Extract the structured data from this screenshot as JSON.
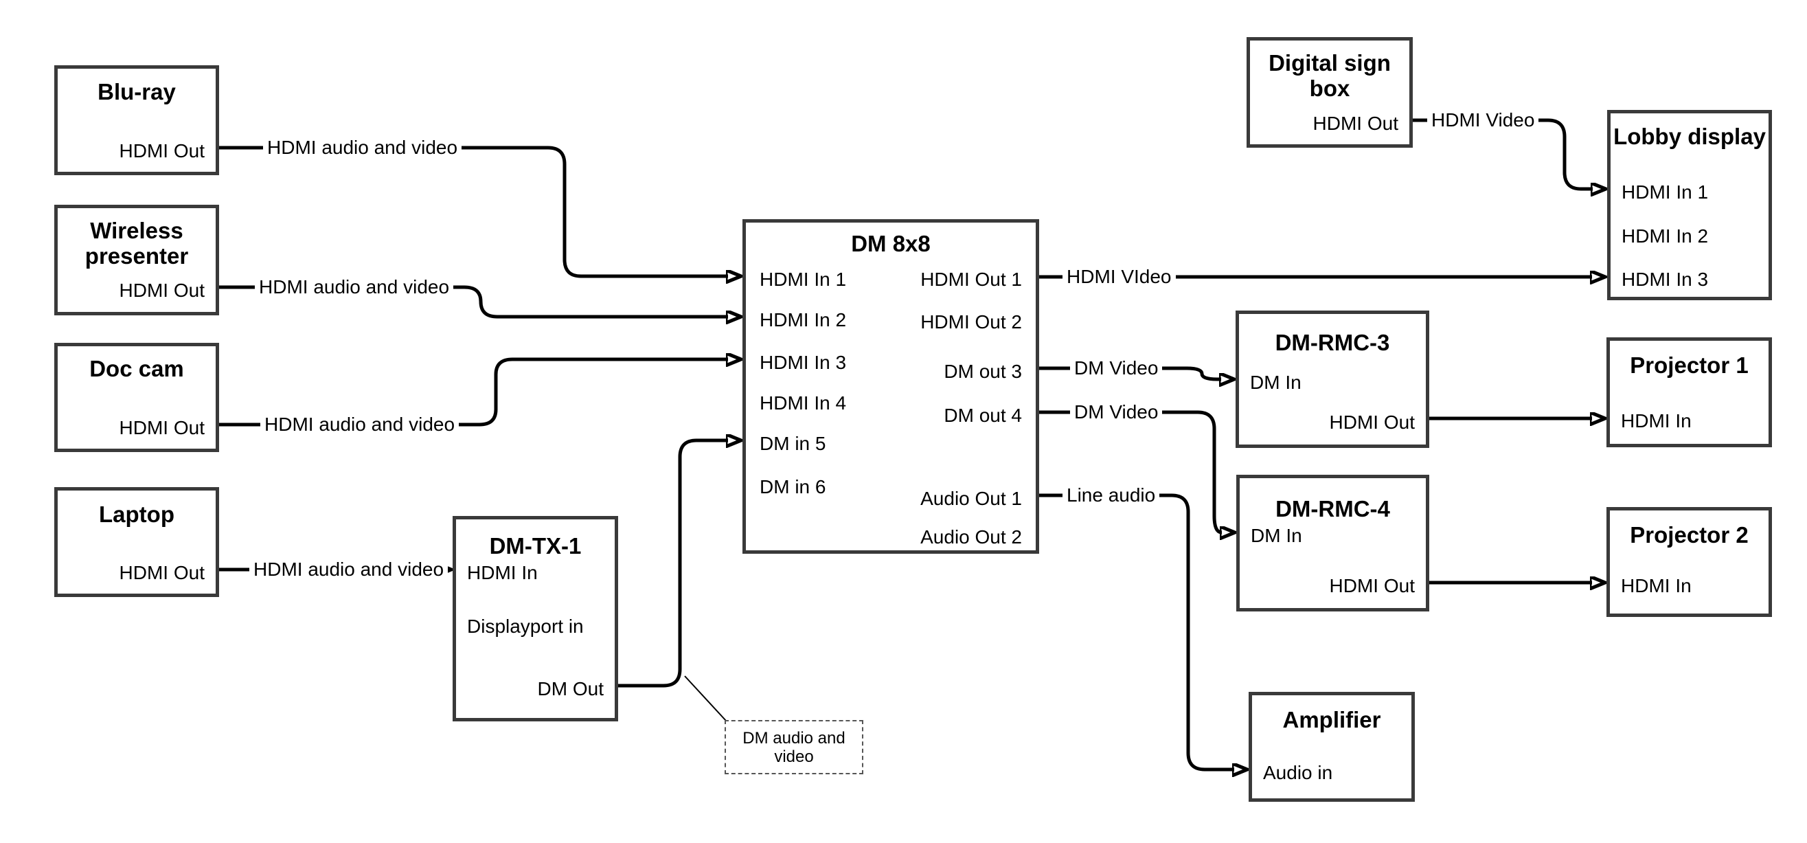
{
  "title_implicit": "DM AV routing diagram",
  "colors": {
    "box_border": "#3a3a3a",
    "line": "#000000",
    "background": "#ffffff"
  },
  "nodes": {
    "bluray": {
      "title": "Blu-ray",
      "port_out": "HDMI Out"
    },
    "wireless": {
      "title": "Wireless presenter",
      "port_out": "HDMI Out"
    },
    "doccam": {
      "title": "Doc cam",
      "port_out": "HDMI Out"
    },
    "laptop": {
      "title": "Laptop",
      "port_out": "HDMI Out"
    },
    "dmtx1": {
      "title": "DM-TX-1",
      "hdmi_in": "HDMI In",
      "dp_in": "Displayport in",
      "dm_out": "DM Out"
    },
    "dm8x8": {
      "title": "DM 8x8",
      "in1": "HDMI In 1",
      "in2": "HDMI In 2",
      "in3": "HDMI In 3",
      "in4": "HDMI In 4",
      "in5": "DM in 5",
      "in6": "DM in 6",
      "out1": "HDMI Out 1",
      "out2": "HDMI Out 2",
      "out3": "DM out 3",
      "out4": "DM out 4",
      "audio1": "Audio Out 1",
      "audio2": "Audio Out 2"
    },
    "signbox": {
      "title": "Digital sign box",
      "port_out": "HDMI Out"
    },
    "lobby": {
      "title": "Lobby display",
      "in1": "HDMI In 1",
      "in2": "HDMI In 2",
      "in3": "HDMI In 3"
    },
    "rmc3": {
      "title": "DM-RMC-3",
      "dm_in": "DM In",
      "hdmi_out": "HDMI Out"
    },
    "rmc4": {
      "title": "DM-RMC-4",
      "dm_in": "DM In",
      "hdmi_out": "HDMI Out"
    },
    "proj1": {
      "title": "Projector 1",
      "port_in": "HDMI In"
    },
    "proj2": {
      "title": "Projector 2",
      "port_in": "HDMI In"
    },
    "amp": {
      "title": "Amplifier",
      "port_in": "Audio in"
    }
  },
  "edge_labels": {
    "bluray_feed": "HDMI audio and video",
    "wireless_feed": "HDMI audio and video",
    "doccam_feed": "HDMI audio and video",
    "laptop_feed": "HDMI audio and video",
    "out1_video": "HDMI VIdeo",
    "out3_video": "DM Video",
    "out4_video": "DM Video",
    "line_audio": "Line audio",
    "sign_video": "HDMI Video",
    "callout": "DM audio and video"
  }
}
